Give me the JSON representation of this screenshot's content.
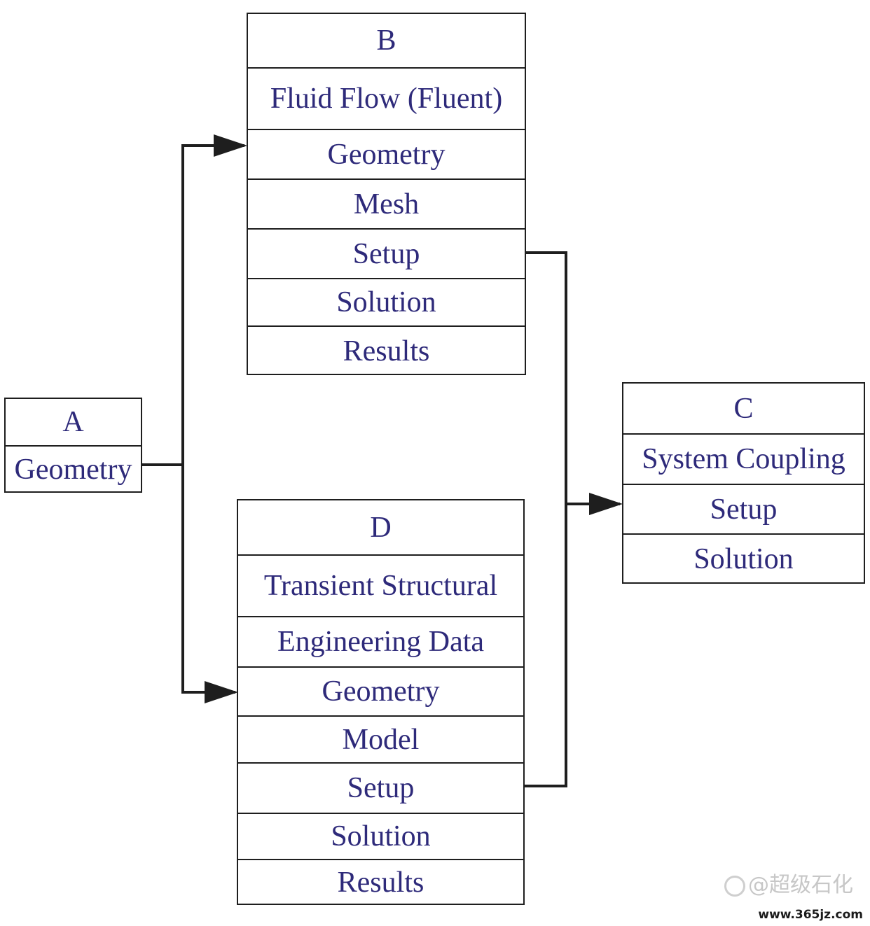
{
  "blocks": {
    "A": {
      "id": "A",
      "rows": [
        "Geometry"
      ]
    },
    "B": {
      "id": "B",
      "rows": [
        "Fluid Flow (Fluent)",
        "Geometry",
        "Mesh",
        "Setup",
        "Solution",
        "Results"
      ]
    },
    "C": {
      "id": "C",
      "rows": [
        "System Coupling",
        "Setup",
        "Solution"
      ]
    },
    "D": {
      "id": "D",
      "rows": [
        "Transient Structural",
        "Engineering Data",
        "Geometry",
        "Model",
        "Setup",
        "Solution",
        "Results"
      ]
    }
  },
  "connections": [
    {
      "from": "A.Geometry",
      "to": "B.Geometry"
    },
    {
      "from": "A.Geometry",
      "to": "D.Geometry"
    },
    {
      "from": "B.Setup",
      "to": "C.Setup"
    },
    {
      "from": "D.Setup",
      "to": "C.Setup"
    }
  ],
  "watermark": {
    "text": "@超级石化",
    "url": "www.365jz.com"
  },
  "colors": {
    "text": "#2e2a7a",
    "line": "#1e1e1e"
  }
}
